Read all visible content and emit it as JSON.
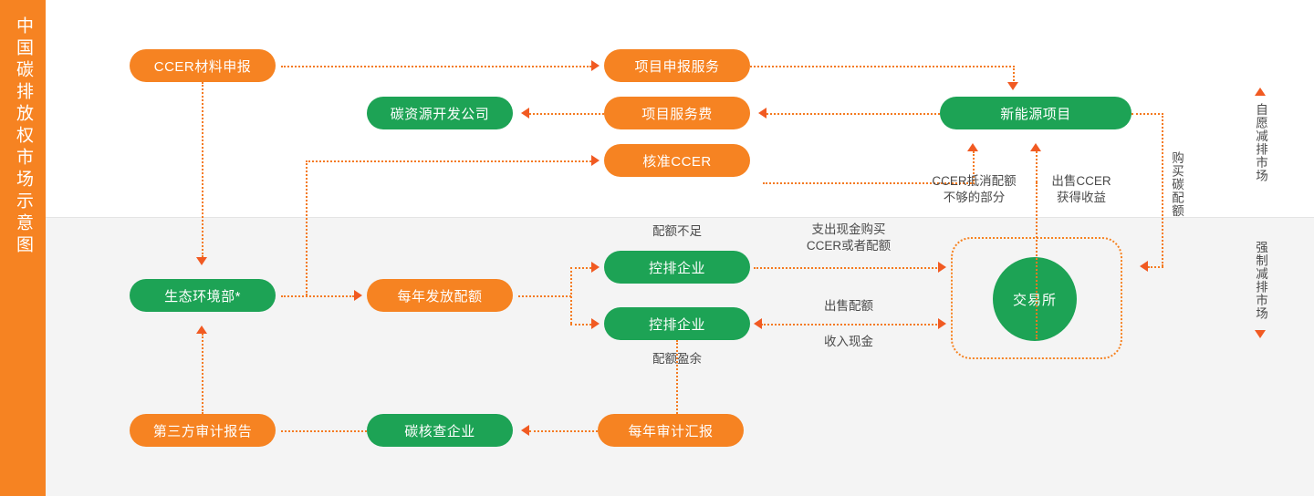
{
  "title": {
    "vertical_text": "中国碳排放权市场示意图"
  },
  "markets": {
    "voluntary": {
      "label": "自愿减排市场",
      "arrow": "up-arrow-icon"
    },
    "mandatory": {
      "label": "强制减排市场",
      "arrow": "down-arrow-icon"
    }
  },
  "nodes": {
    "ccer_material": "CCER材料申报",
    "project_declaration_service": "项目申报服务",
    "carbon_resource_company": "碳资源开发公司",
    "project_service_fee": "项目服务费",
    "approved_ccer": "核准CCER",
    "new_energy_project": "新能源项目",
    "ministry_environment": "生态环境部*",
    "annual_quota_issue": "每年发放配额",
    "controlled_enterprise_1": "控排企业",
    "controlled_enterprise_2": "控排企业",
    "exchange": "交易所",
    "third_party_audit_report": "第三方审计报告",
    "carbon_verification_company": "碳核查企业",
    "annual_audit_report": "每年审计汇报"
  },
  "edge_labels": {
    "ccer_offset_shortfall": "CCER抵消配额\n不够的部分",
    "sell_ccer_gain": "出售CCER\n获得收益",
    "buy_carbon_quota": "购买碳配额",
    "quota_shortage": "配额不足",
    "quota_surplus": "配额盈余",
    "pay_cash_buy": "支出现金购买\nCCER或者配额",
    "sell_quota": "出售配额",
    "receive_cash": "收入现金"
  },
  "colors": {
    "orange": "#f68322",
    "orange_dark": "#f15a22",
    "green": "#1da355",
    "bg_top": "#ffffff",
    "bg_bottom": "#f4f4f4",
    "text_gray": "#4a4a4a"
  }
}
